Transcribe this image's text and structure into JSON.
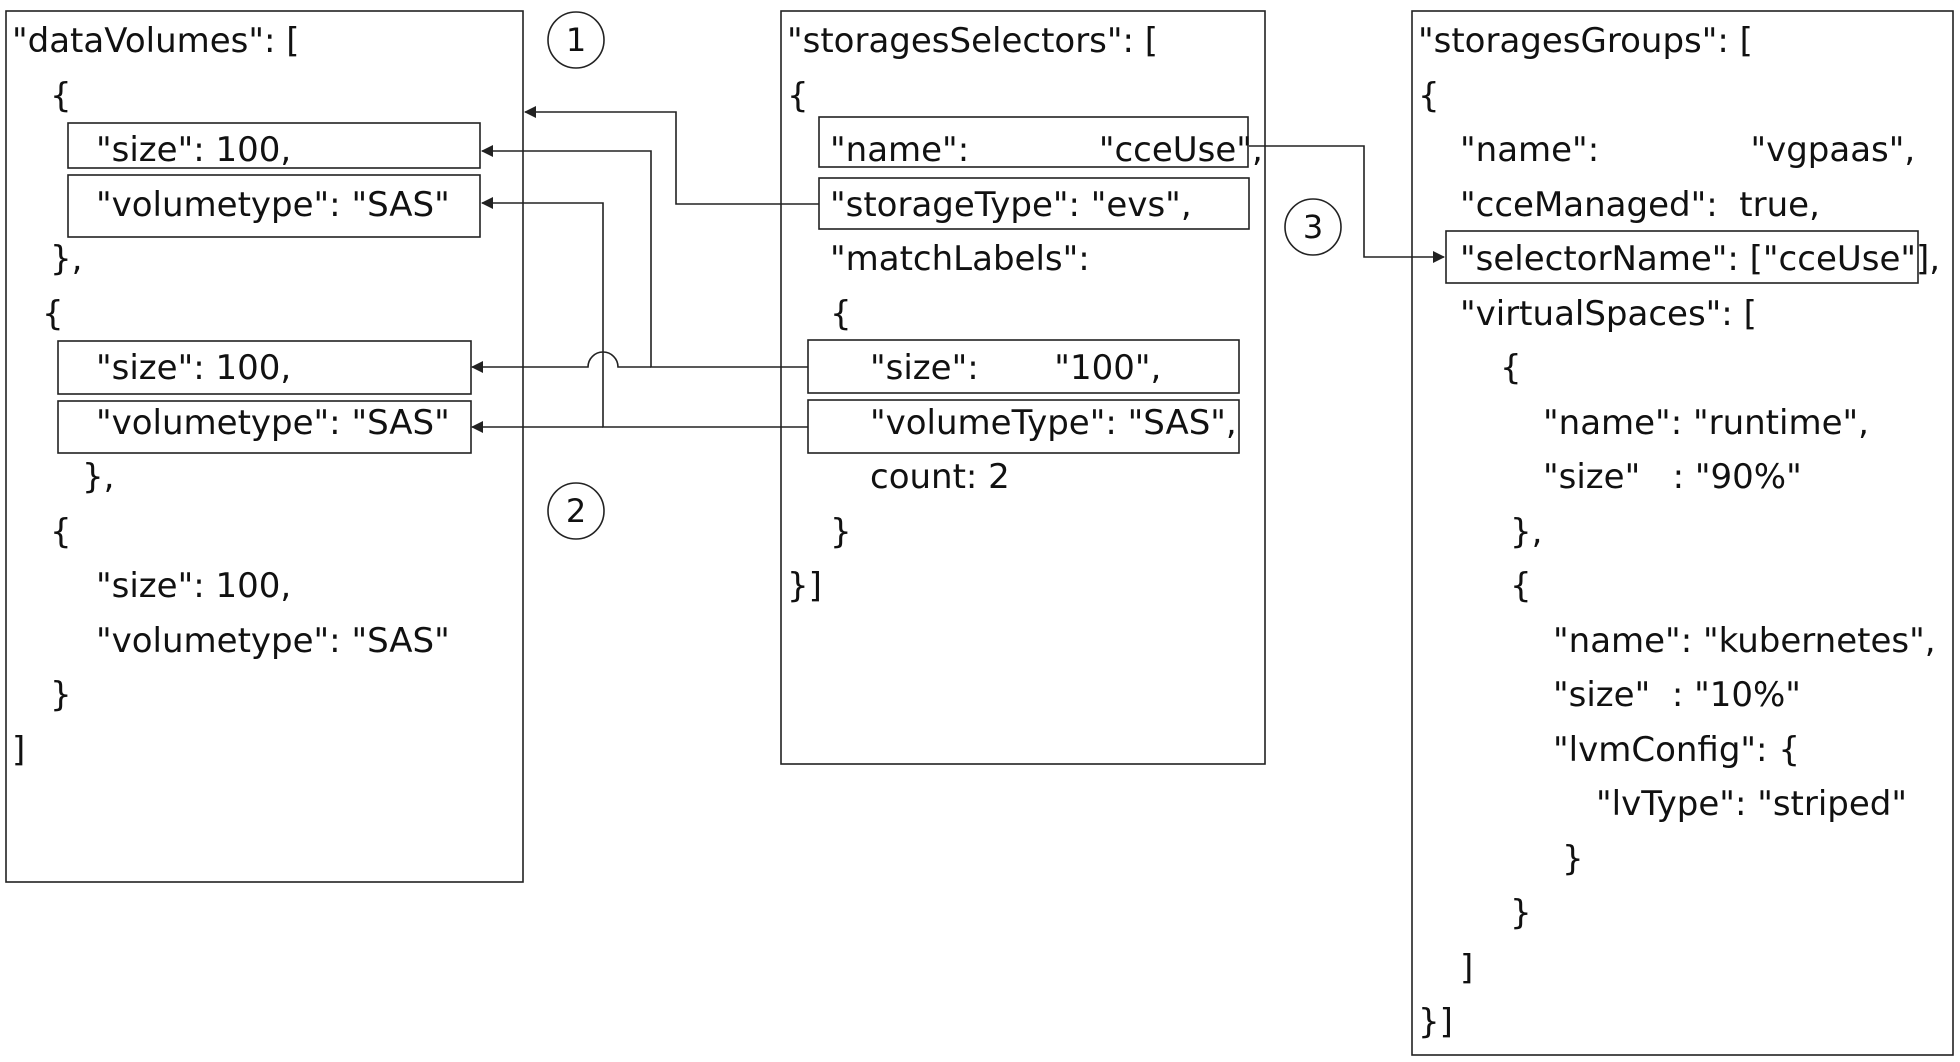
{
  "data_volumes": {
    "lines": [
      "\"dataVolumes\": [",
      "{",
      "\"size\": 100,",
      "\"volumetype\": \"SAS\"",
      "},",
      "{",
      "\"size\": 100,",
      "\"volumetype\": \"SAS\"",
      "},",
      "{",
      "\"size\": 100,",
      "\"volumetype\": \"SAS\"",
      "}",
      "]"
    ]
  },
  "storage_selectors": {
    "lines": [
      "\"storagesSelectors\": [",
      "{",
      "\"name\":            \"cceUse\",",
      "\"storageType\": \"evs\",",
      "\"matchLabels\":",
      "{",
      "\"size\":       \"100\",",
      "\"volumeType\": \"SAS\",",
      "count: 2",
      "}",
      "}]"
    ]
  },
  "storage_groups": {
    "lines": [
      "\"storagesGroups\": [",
      "{",
      "\"name\":              \"vgpaas\",",
      "\"cceManaged\":  true,",
      "\"selectorName\": [\"cceUse\"],",
      "\"virtualSpaces\": [",
      "{",
      "\"name\": \"runtime\",",
      "\"size\"   : \"90%\"",
      "},",
      "{",
      "\"name\": \"kubernetes\",",
      "\"size\"  : \"10%\"",
      "\"lvmConfig\": {",
      "\"lvType\": \"striped\"",
      "}",
      "}",
      "]",
      "}]"
    ]
  },
  "markers": [
    "1",
    "2",
    "3"
  ]
}
